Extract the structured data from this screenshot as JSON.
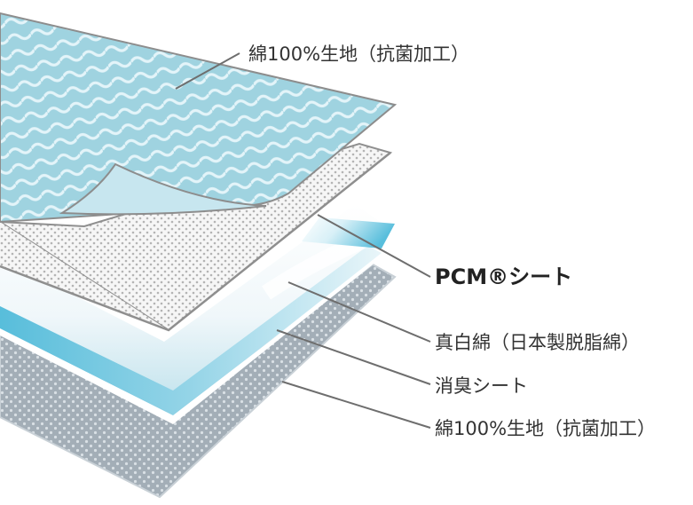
{
  "layers": [
    {
      "id": "top-fabric",
      "label": "綿100%生地（抗菌加工）"
    },
    {
      "id": "pcm-sheet",
      "label": "PCM®シート"
    },
    {
      "id": "cotton-batting",
      "label": "真白綿（日本製脱脂綿）"
    },
    {
      "id": "deodorant-sheet",
      "label": "消臭シート"
    },
    {
      "id": "bottom-fabric",
      "label": "綿100%生地（抗菌加工）"
    }
  ],
  "colors": {
    "fabric_blue": "#9fd3e0",
    "fabric_blue_light": "#cfeaf2",
    "wave": "#e8f6fa",
    "pcm_white": "#f4f4f4",
    "dots": "#b9b9b9",
    "bottom_gray": "#9aa6b0",
    "bottom_dots": "#d6dde2",
    "edge": "#8a8a8a",
    "gel_blue": "#5fc0dc"
  }
}
